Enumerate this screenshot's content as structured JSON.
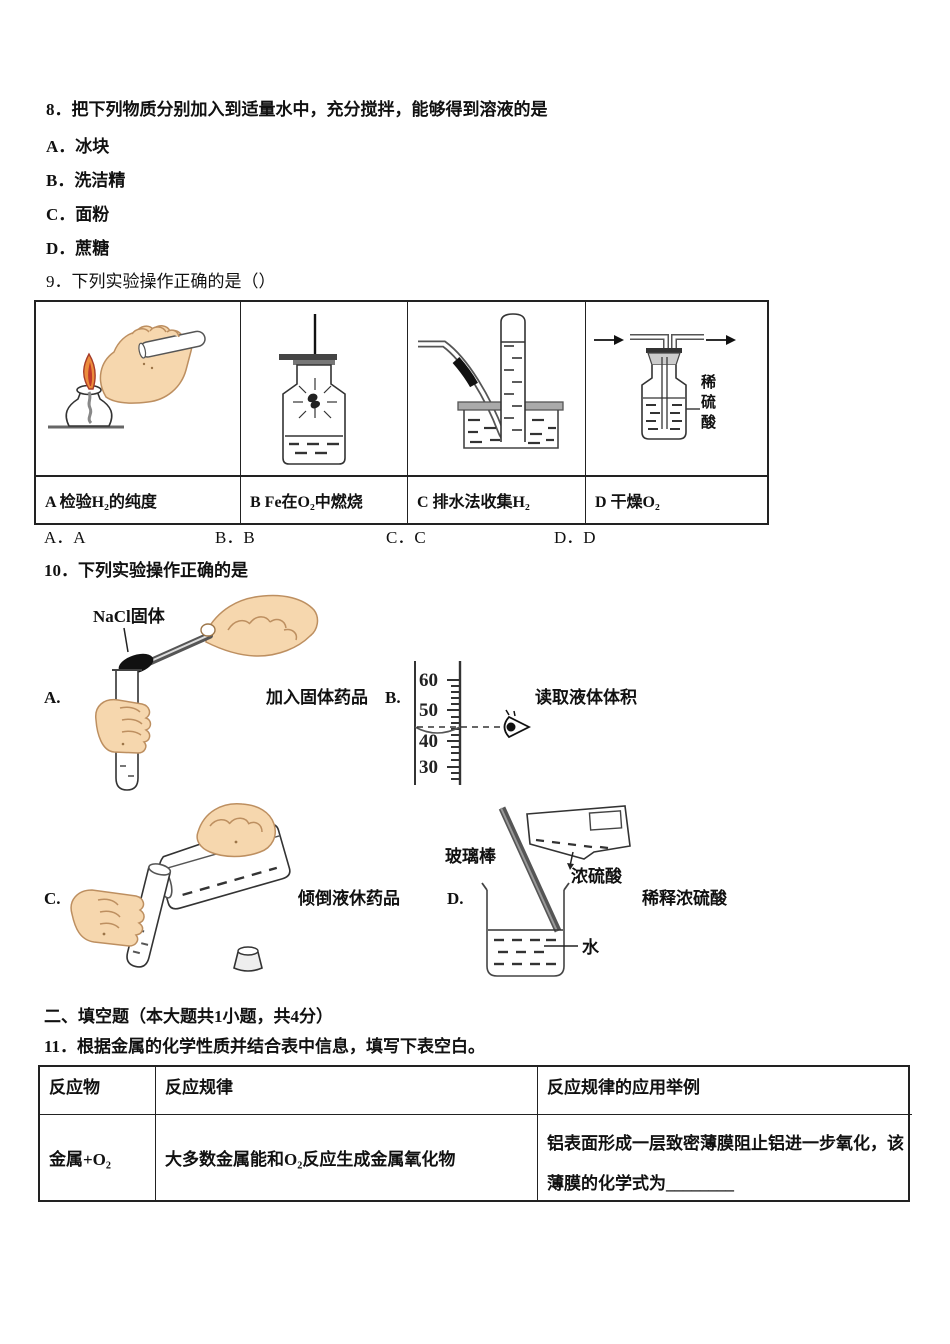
{
  "q8": {
    "question": "8．把下列物质分别加入到适量水中，充分搅拌，能够得到溶液的是",
    "options": [
      "A．冰块",
      "B．洗洁精",
      "C．面粉",
      "D．蔗糖"
    ]
  },
  "q9": {
    "question": "9．下列实验操作正确的是（）",
    "captions": [
      "A 检验H₂的纯度",
      "B Fe在O₂中燃烧",
      "C 排水法收集H₂",
      "D 干燥O₂"
    ],
    "acid_label": "稀硫酸",
    "answers": [
      "A．A",
      "B．B",
      "C．C",
      "D．D"
    ]
  },
  "q10": {
    "question": "10．下列实验操作正确的是",
    "items": [
      {
        "letter": "A.",
        "caption": "加入固体药品"
      },
      {
        "letter": "B.",
        "caption": "读取液体体积"
      },
      {
        "letter": "C.",
        "caption": "倾倒液休药品"
      },
      {
        "letter": "D.",
        "caption": "稀释浓硫酸"
      }
    ],
    "labels": {
      "nacl": "NaCl固体",
      "rod": "玻璃棒",
      "acid": "浓硫酸",
      "water": "水"
    },
    "ticks": [
      "60",
      "50",
      "40",
      "30"
    ]
  },
  "section2": {
    "heading": "二、填空题（本大题共1小题，共4分）"
  },
  "q11": {
    "question": "11．根据金属的化学性质并结合表中信息，填写下表空白。",
    "table": {
      "headers": [
        "反应物",
        "反应规律",
        "反应规律的应用举例"
      ],
      "row": {
        "reactant": "金属+O₂",
        "rule": "大多数金属能和O₂反应生成金属氧化物",
        "example_line1": "铝表面形成一层致密薄膜阻止铝进一步氧化，该",
        "example_line2": "薄膜的化学式为________"
      }
    }
  }
}
